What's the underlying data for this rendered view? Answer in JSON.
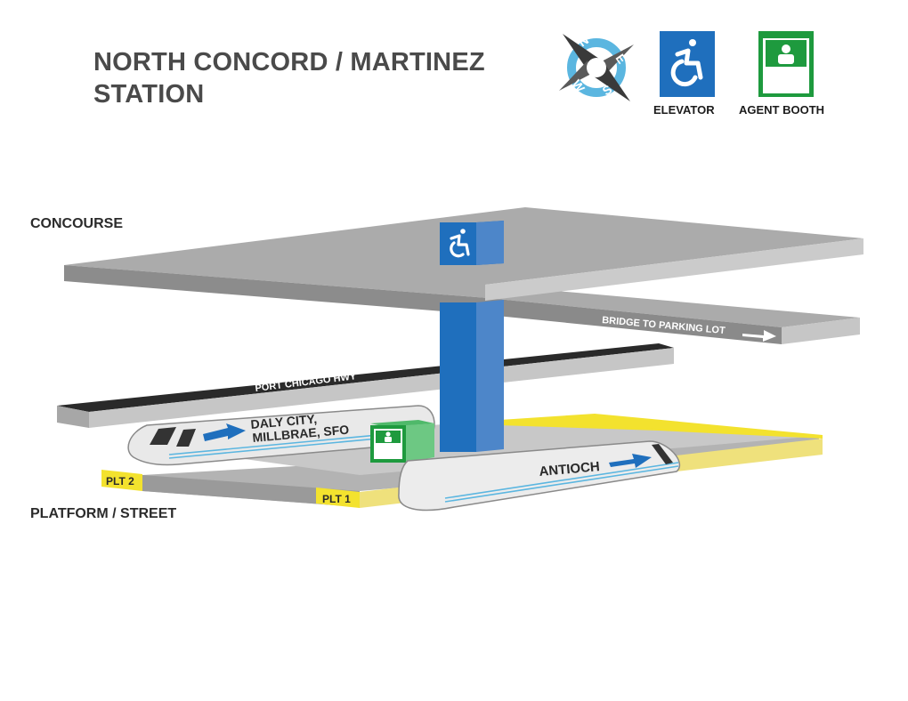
{
  "title": {
    "line1": "NORTH CONCORD / MARTINEZ",
    "line2": "STATION"
  },
  "compass": {
    "icon": "compass-rose-icon",
    "north": "N",
    "east": "E",
    "south": "S",
    "west": "W",
    "ring_color": "#5bb6e0"
  },
  "legend": {
    "elevator": {
      "label": "ELEVATOR",
      "icon": "wheelchair-accessible-icon",
      "color": "#1f6fbd"
    },
    "agent_booth": {
      "label": "AGENT BOOTH",
      "icon": "agent-booth-icon",
      "color": "#1e9a3e"
    }
  },
  "levels": {
    "concourse": "CONCOURSE",
    "platform": "PLATFORM / STREET"
  },
  "diagram": {
    "bridge_label": "BRIDGE TO PARKING LOT",
    "street_label": "PORT CHICAGO HWY",
    "train_westbound": {
      "line1": "DALY CITY,",
      "line2": "MILLBRAE, SFO"
    },
    "train_eastbound": "ANTIOCH",
    "platform_2": "PLT 2",
    "platform_1": "PLT 1"
  },
  "colors": {
    "concourse_top": "#a8a8a8",
    "concourse_side": "#8c8c8c",
    "platform_yellow": "#f3e22e",
    "elevator_blue": "#1f6fbd",
    "booth_green": "#1e9a3e"
  }
}
